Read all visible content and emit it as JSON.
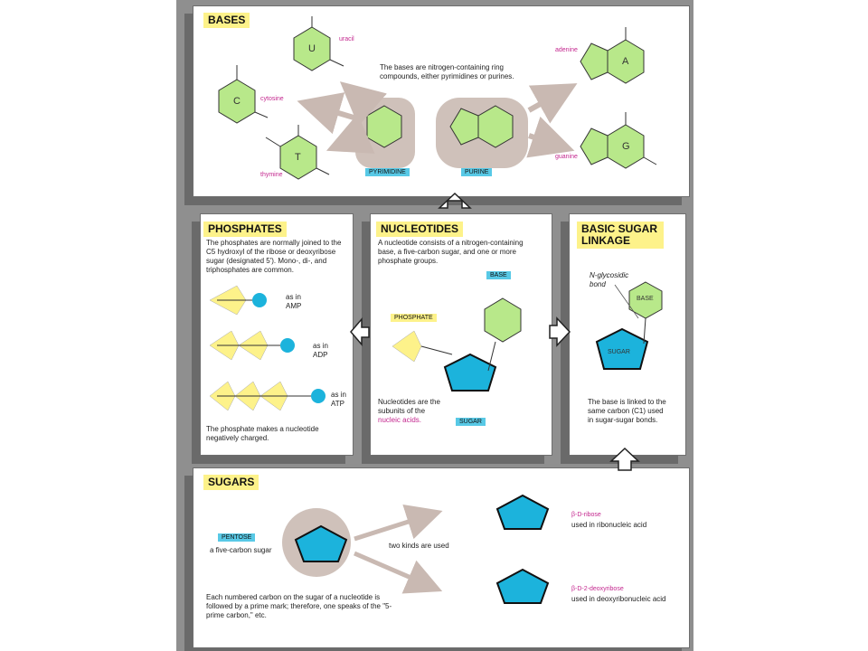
{
  "bases": {
    "title": "BASES",
    "description": "The bases are nitrogen-containing ring compounds, either pyrimidines or purines.",
    "pyrimidine_label": "PYRIMIDINE",
    "purine_label": "PURINE",
    "cytosine": "cytosine",
    "uracil": "uracil",
    "thymine": "thymine",
    "adenine": "adenine",
    "guanine": "guanine",
    "letter_c": "C",
    "letter_u": "U",
    "letter_t": "T",
    "letter_a": "A",
    "letter_g": "G"
  },
  "phosphates": {
    "title": "PHOSPHATES",
    "description": "The phosphates are normally joined to the C5 hydroxyl of the ribose or deoxyribose sugar (designated 5'). Mono-, di-, and triphosphates are common.",
    "amp": "as in AMP",
    "adp": "as in ADP",
    "atp": "as in ATP",
    "footer": "The phosphate makes a nucleotide negatively charged."
  },
  "nucleotides": {
    "title": "NUCLEOTIDES",
    "description": "A nucleotide consists of a nitrogen-containing base, a five-carbon sugar, and one or more phosphate groups.",
    "base_label": "BASE",
    "phosphate_label": "PHOSPHATE",
    "sugar_label": "SUGAR",
    "note_prefix": "Nucleotides are the subunits of the",
    "note_link": "nucleic acids."
  },
  "linkage": {
    "title": "BASIC SUGAR LINKAGE",
    "bond": "N-glycosidic bond",
    "base_label": "BASE",
    "sugar_label": "SUGAR",
    "description": "The base is linked to the same carbon (C1) used in sugar-sugar bonds."
  },
  "sugars": {
    "title": "SUGARS",
    "pentose_label": "PENTOSE",
    "pentose_sub": "a five-carbon sugar",
    "two_kinds": "two kinds are used",
    "description": "Each numbered carbon on the sugar of a nucleotide is followed by a prime mark; therefore, one speaks of the \"5-prime carbon,\" etc.",
    "ribose_name": "β-D-ribose",
    "ribose_use": "used in ribonucleic acid",
    "deoxy_name": "β-D-2-deoxyribose",
    "deoxy_use": "used in deoxyribonucleic acid"
  },
  "colors": {
    "pyrimidine_green": "#b8e88a",
    "sugar_blue": "#1cb3dc",
    "phosphate_yellow": "#fdf28a",
    "title_yellow": "#fdf28a",
    "label_magenta": "#c4288f"
  }
}
